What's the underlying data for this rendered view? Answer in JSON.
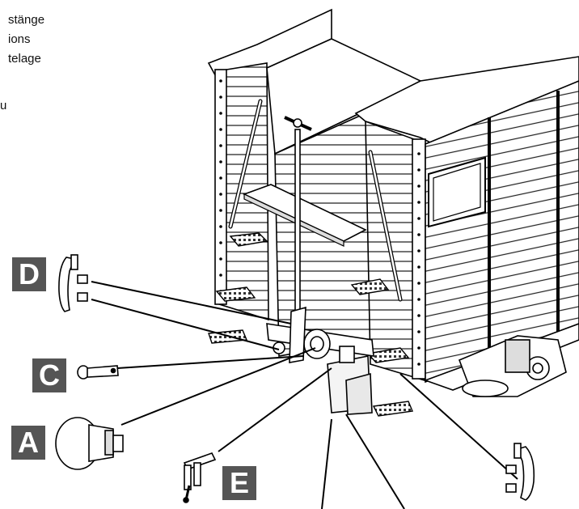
{
  "text_fragments": [
    "stänge",
    "ions",
    "telage",
    "u"
  ],
  "part_labels": {
    "d": "D",
    "c": "C",
    "a": "A",
    "e": "E"
  },
  "colors": {
    "label_background": "#555555",
    "label_text": "#ffffff",
    "line_art": "#000000"
  }
}
